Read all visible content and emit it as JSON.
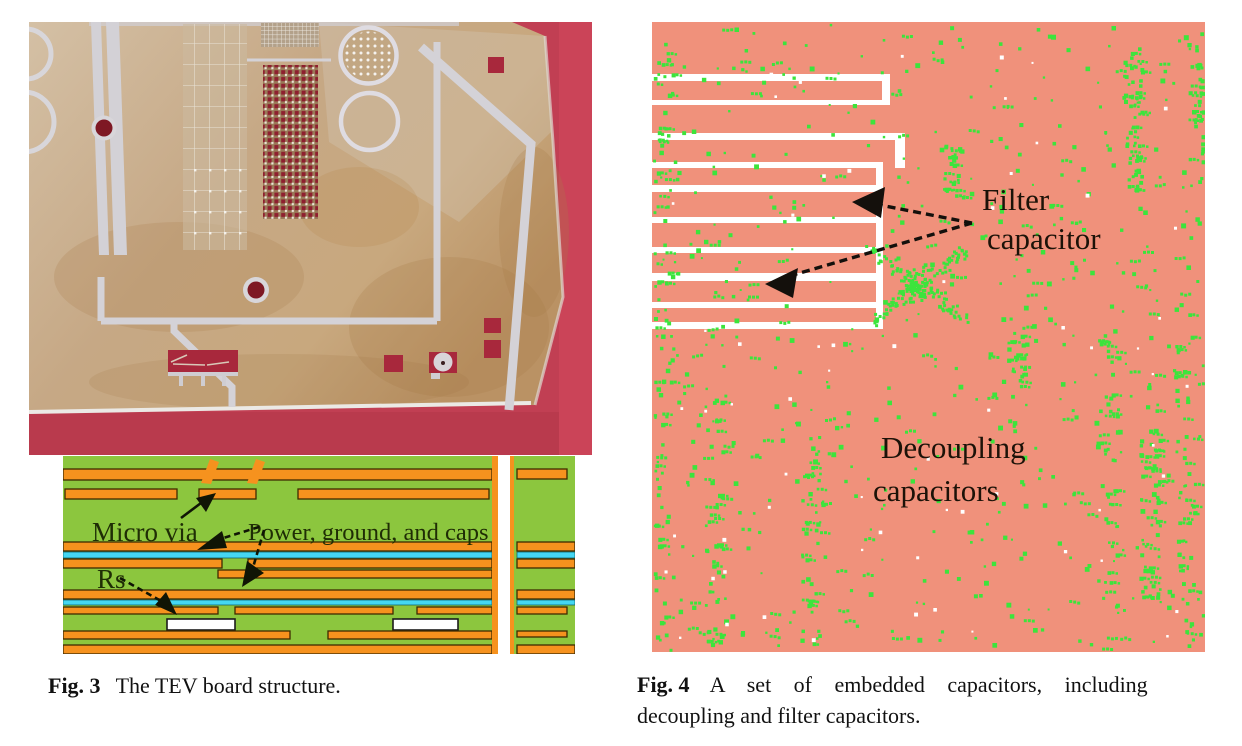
{
  "figures": {
    "fig3": {
      "caption_label": "Fig. 3",
      "caption_text": "The TEV board structure.",
      "labels": {
        "micro_via": "Micro via",
        "power_ground_caps": "Power, ground, and caps",
        "rs": "Rs"
      }
    },
    "fig4": {
      "caption_label": "Fig. 4",
      "caption_line1_rest": "A set of embedded capacitors, including",
      "caption_line2": "decoupling and filter capacitors.",
      "labels": {
        "filter_lines": [
          "Filter",
          "capacitor"
        ],
        "decoupling_lines": [
          "Decoupling",
          "capacitors"
        ]
      }
    }
  },
  "colors": {
    "page_bg": "#ffffff",
    "photo_backdrop_red": "#c13f53",
    "photo_hole_red": "#a8283c",
    "board_tan": "#c8a987",
    "trace_gray": "#d4d2d7",
    "hole_dark_red": "#7e1824",
    "diagram_green": "#8cc63e",
    "diagram_orange": "#f6921e",
    "diagram_cyan": "#45d7f2",
    "resistor_white": "#ffffff",
    "fig4_salmon": "#f0917b",
    "speckle_green": "#3ce43c",
    "speckle_white": "#ffffff",
    "label_text": "#1c1208",
    "diagram_label_text": "#1f2d05",
    "caption_text": "#111111"
  }
}
